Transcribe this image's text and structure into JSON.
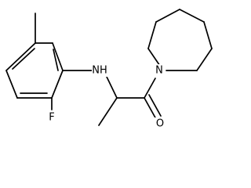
{
  "molecule": {
    "atom_labels": {
      "amine_nitrogen": "NH",
      "ring_nitrogen": "N",
      "oxygen": "O",
      "fluorine": "F"
    },
    "bond_color": "#000000",
    "background": "#ffffff"
  }
}
